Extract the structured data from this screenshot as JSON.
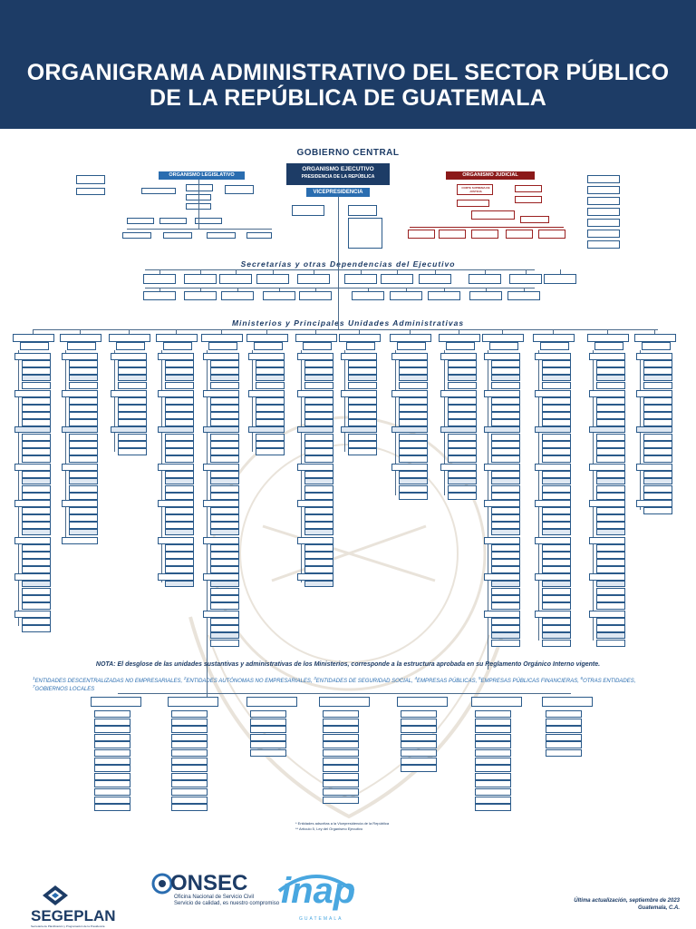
{
  "header": {
    "title_line1": "ORGANIGRAMA ADMINISTRATIVO DEL SECTOR PÚBLICO",
    "title_line2": "DE LA REPÚBLICA DE GUATEMALA"
  },
  "gobierno_central": "GOBIERNO CENTRAL",
  "organismos": {
    "legislativo": "ORGANISMO LEGISLATIVO",
    "ejecutivo": "ORGANISMO EJECUTIVO",
    "presidencia": "PRESIDENCIA DE LA REPÚBLICA",
    "vicepresidencia": "VICEPRESIDENCIA",
    "judicial": "ORGANISMO JUDICIAL",
    "judicial_top": "CORTE SUPREMA DE JUSTICIA"
  },
  "sections": {
    "secretarias": "Secretarías y otras Dependencias del Ejecutivo",
    "ministerios": "Ministerios y Principales Unidades Administrativas"
  },
  "nota": "NOTA: El desglose de las unidades sustantivas y administrativas de los Ministerios, corresponde a la estructura aprobada en su Reglamento Orgánico Interno vigente.",
  "entidades": [
    {
      "n": "1",
      "label": "ENTIDADES DESCENTRALIZADAS NO EMPRESARIALES,"
    },
    {
      "n": "2",
      "label": "ENTIDADES AUTÓNOMAS NO EMPRESARIALES,"
    },
    {
      "n": "3",
      "label": "ENTIDADES DE SEGURIDAD SOCIAL,"
    },
    {
      "n": "4",
      "label": "EMPRESAS PÚBLICAS,"
    },
    {
      "n": "5",
      "label": "EMPRESAS PÚBLICAS FINANCIERAS,"
    },
    {
      "n": "6",
      "label": "OTRAS ENTIDADES,"
    },
    {
      "n": "7",
      "label": "GOBIERNOS LOCALES"
    }
  ],
  "footnote": {
    "line1": "* Entidades adscritas a la Vicepresidencia de la República",
    "line2": "** Artículo 5, Ley del Organismo Ejecutivo"
  },
  "footer": {
    "update_line1": "Última actualización, septiembre de 2023",
    "update_line2": "Guatemala, C.A.",
    "segeplan": "SEGEPLAN",
    "segeplan_sub": "Secretaría de Planificación y Programación de la Presidencia",
    "onsec": "ONSEC",
    "onsec_sub1": "Oficina Nacional de Servicio Civil",
    "onsec_sub2": "Servicio de calidad, es nuestro compromiso",
    "inap": "inap",
    "inap_sub": "GUATEMALA"
  },
  "colors": {
    "banner": "#1d3c66",
    "accent_blue": "#2a6db0",
    "judicial_red": "#8b1a1a",
    "light_blue": "#49a7e0"
  },
  "icons": [
    "segeplan-logo-icon",
    "onsec-logo-icon",
    "inap-logo-icon",
    "coat-of-arms-watermark-icon"
  ]
}
